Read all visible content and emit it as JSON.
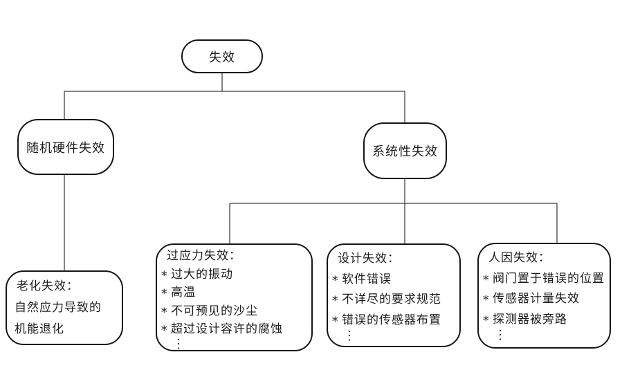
{
  "diagram": {
    "root": {
      "label": "失效"
    },
    "level1": {
      "random_hardware": {
        "label": "随机硬件失效"
      },
      "systematic": {
        "label": "系统性失效"
      }
    },
    "aging": {
      "title": "老化失效：",
      "lines": [
        "自然应力导致的",
        "机能退化"
      ]
    },
    "overstress": {
      "title": "过应力失效：",
      "bullets": [
        "过大的振动",
        "高温",
        "不可预见的沙尘",
        "超过设计容许的腐蚀"
      ],
      "ellipsis": "⋮"
    },
    "design": {
      "title": "设计失效：",
      "bullets": [
        "软件错误",
        "不详尽的要求规范",
        "错误的传感器布置"
      ],
      "ellipsis": "⋮"
    },
    "human": {
      "title": "人因失效：",
      "bullets": [
        "阀门置于错误的位置",
        "传感器计量失效",
        "探测器被旁路"
      ],
      "ellipsis": "⋮"
    },
    "bullet_marker": "*",
    "colors": {
      "background": "#ffffff",
      "node_border": "#151515",
      "connector_line": "#3f3f3f",
      "text": "#1b1b1b"
    }
  }
}
